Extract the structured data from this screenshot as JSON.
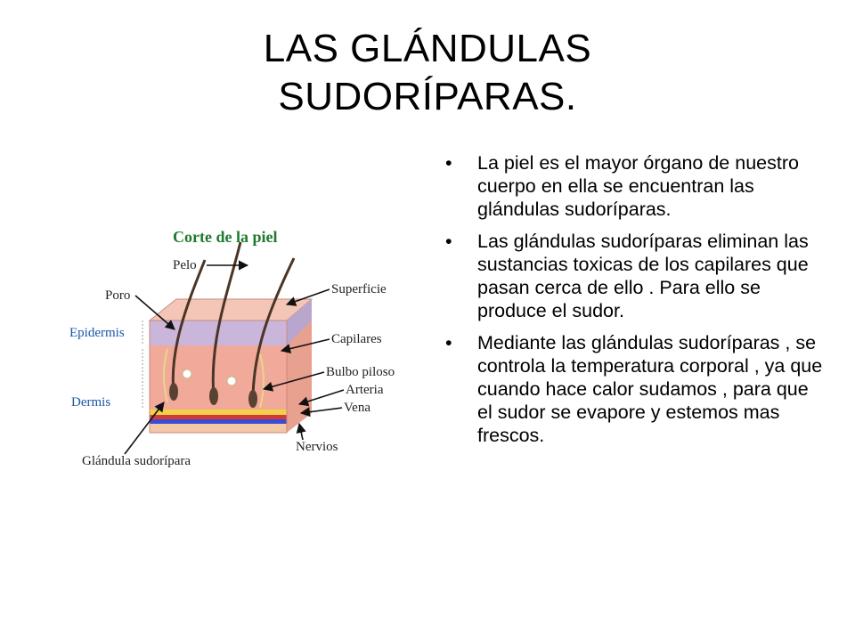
{
  "title": {
    "line1": "LAS GLÁNDULAS",
    "line2": "SUDORÍPARAS."
  },
  "diagram": {
    "title": "Corte de la piel",
    "labels": {
      "pelo": "Pelo",
      "poro": "Poro",
      "superficie": "Superficie",
      "epidermis": "Epidermis",
      "capilares": "Capilares",
      "bulbo": "Bulbo piloso",
      "arteria": "Arteria",
      "vena": "Vena",
      "dermis": "Dermis",
      "nervios": "Nervios",
      "glandula": "Glándula sudorípara"
    }
  },
  "bullets": [
    {
      "marker": "•",
      "text": "La piel es el mayor órgano  de nuestro cuerpo en ella se encuentran las glándulas sudoríparas."
    },
    {
      "marker": "•",
      "text": "Las glándulas sudoríparas eliminan las sustancias toxicas de los capilares que pasan cerca de ello . Para ello se produce el sudor."
    },
    {
      "marker": "•",
      "text": "Mediante las glándulas sudoríparas , se controla la temperatura corporal  , ya que cuando hace calor sudamos , para que el sudor se evapore y estemos mas frescos."
    }
  ]
}
